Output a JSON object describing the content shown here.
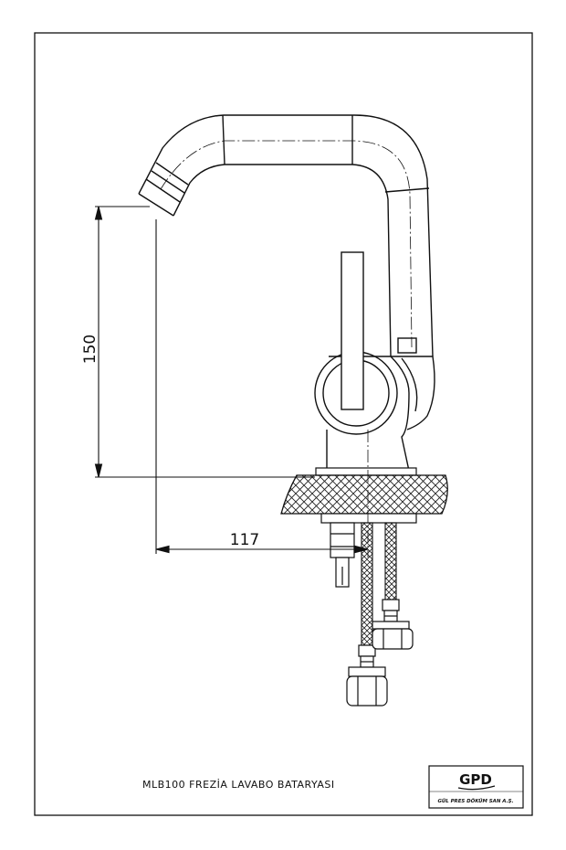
{
  "drawing": {
    "title": "MLB100 FREZİA LAVABO BATARYASI",
    "dimensions": {
      "height": "150",
      "reach": "117"
    }
  },
  "title_block": {
    "logo": "GPD",
    "company": "GÜL PRES DÖKÜM SAN A.Ş."
  }
}
